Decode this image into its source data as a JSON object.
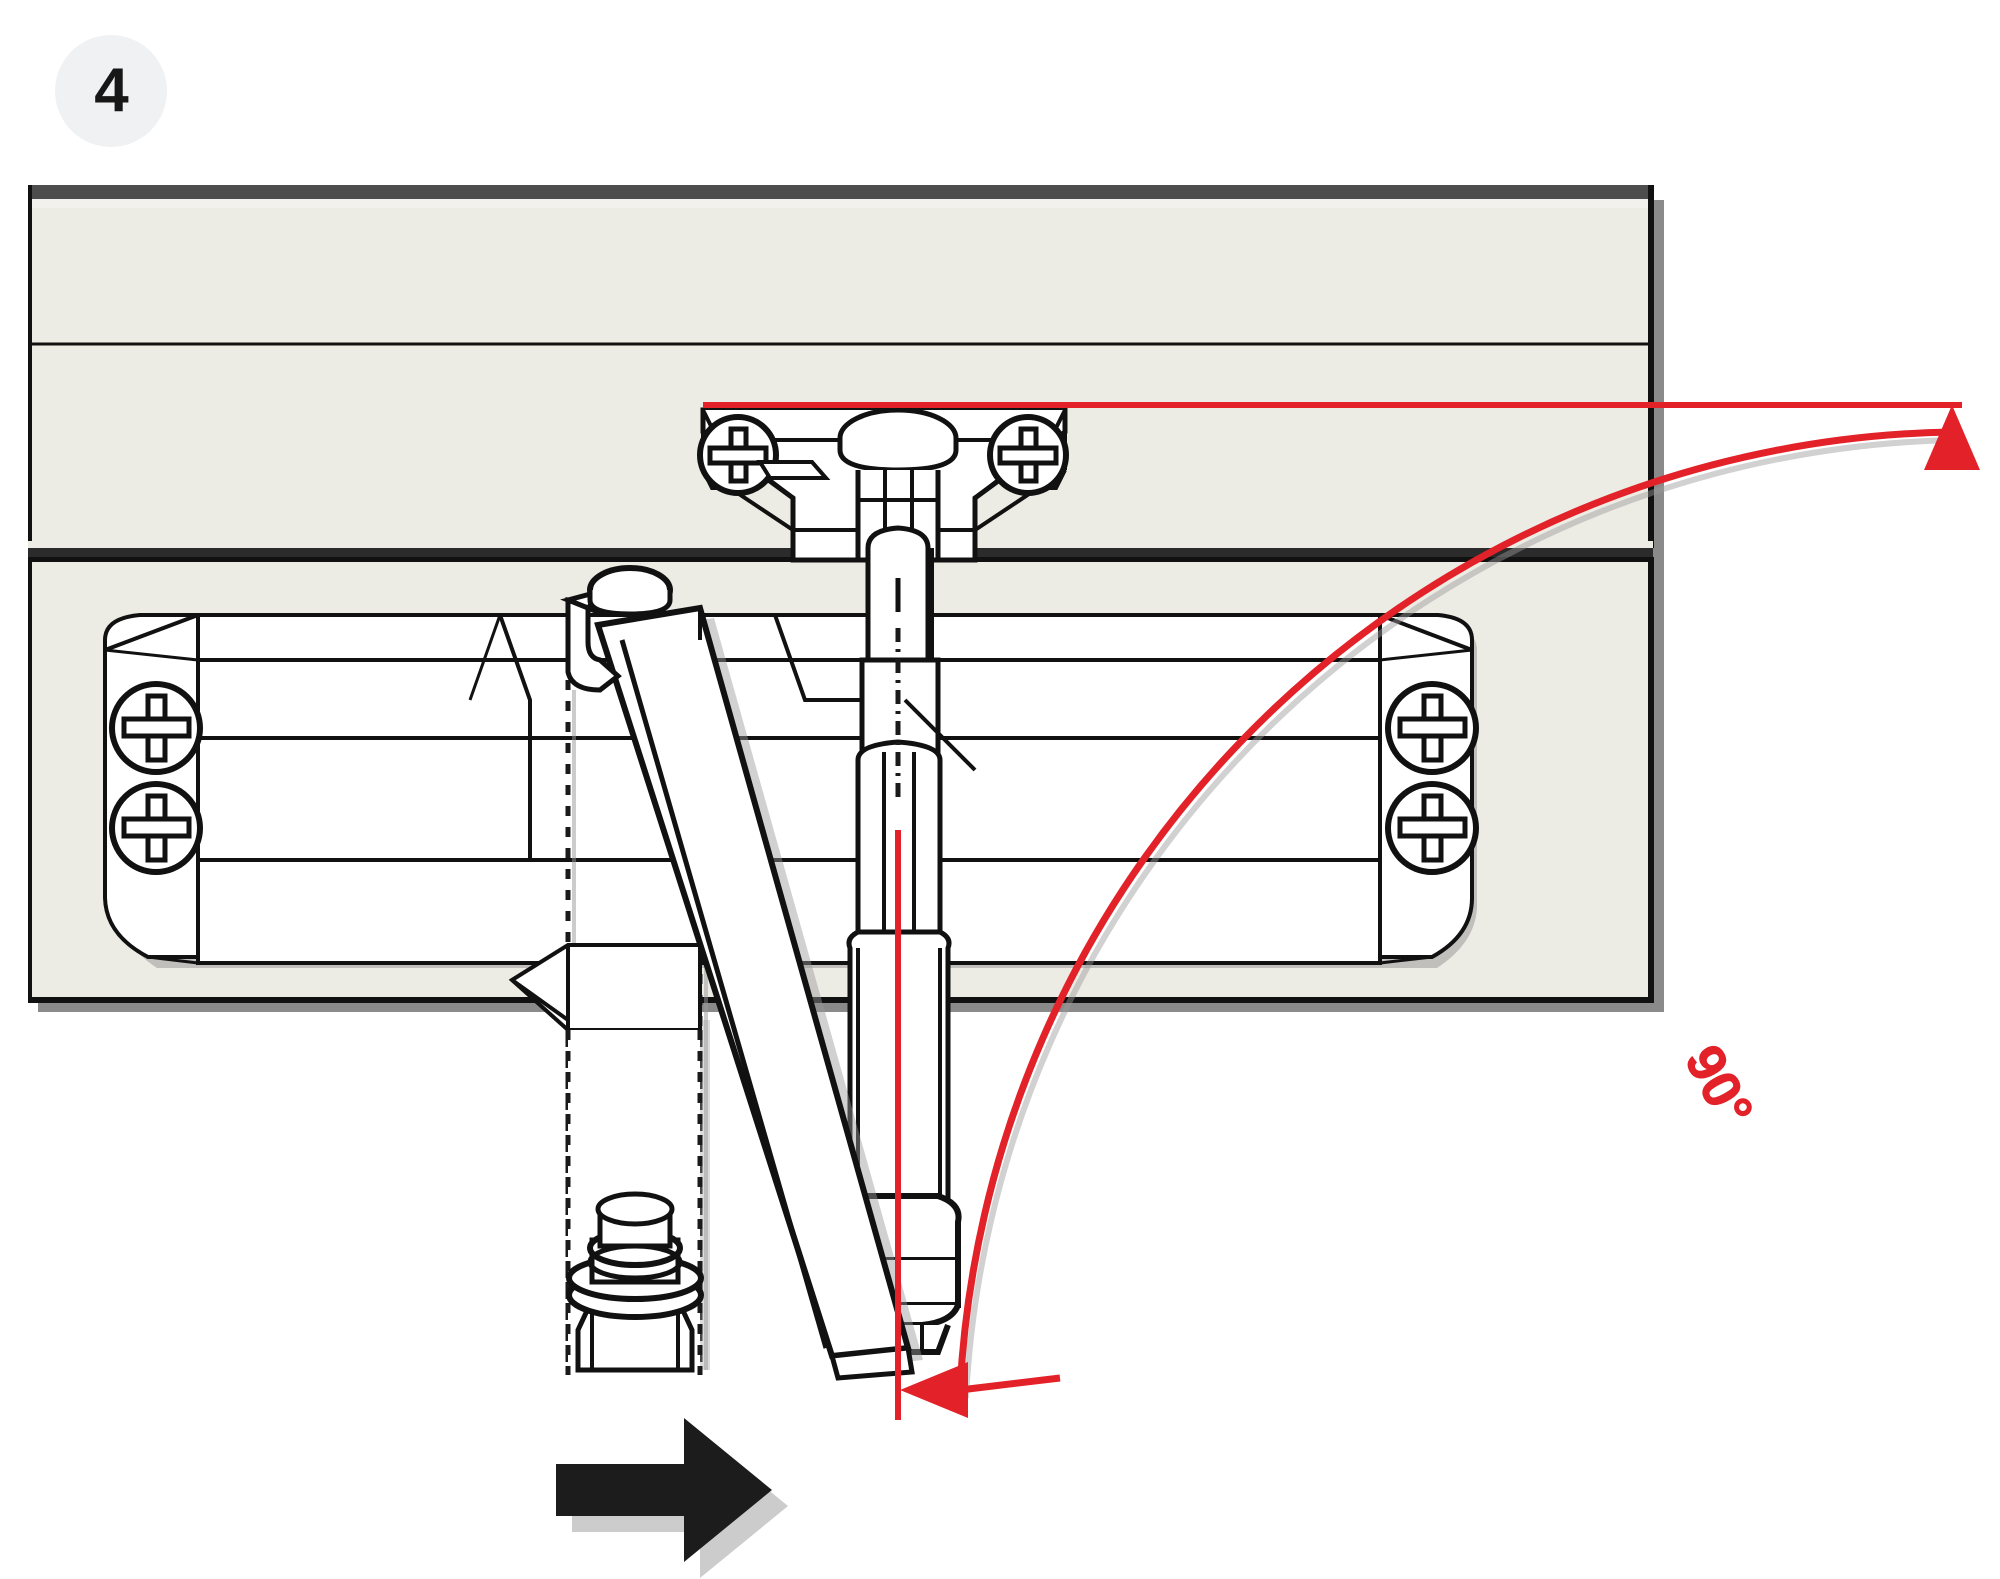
{
  "step": {
    "number": "4",
    "badge_color": "#f0f1f2",
    "number_color": "#171717"
  },
  "annotation": {
    "angle_label": "90°",
    "angle_value": 90,
    "accent_color": "#e32128"
  },
  "colors": {
    "panel_fill": "#edece4",
    "panel_top_edge": "#4d4d4d",
    "panel_gap": "#262626",
    "outline": "#111111",
    "part_fill": "#ffffff",
    "shadow": "#808080",
    "arrow_black": "#1c1c1c",
    "red": "#e32128",
    "background": "#ffffff"
  },
  "parts": {
    "top_panel_label": "cabinet-top-panel",
    "side_panel_label": "cabinet-side-panel",
    "mounting_plate_label": "hinge-mounting-plate",
    "hinge_arm_label": "hinge-arm",
    "damper_label": "soft-close-damper-cylinder",
    "lever_label": "lever-bar",
    "bolt_label": "hex-bolt",
    "screws": [
      "screw-top-left",
      "screw-top-right",
      "screw-plate-left-upper",
      "screw-plate-left-lower",
      "screw-plate-right-upper",
      "screw-plate-right-lower"
    ]
  },
  "motion": {
    "direction_arrow": "push-right",
    "rotation_arrow": "rotate-90-ccw"
  }
}
